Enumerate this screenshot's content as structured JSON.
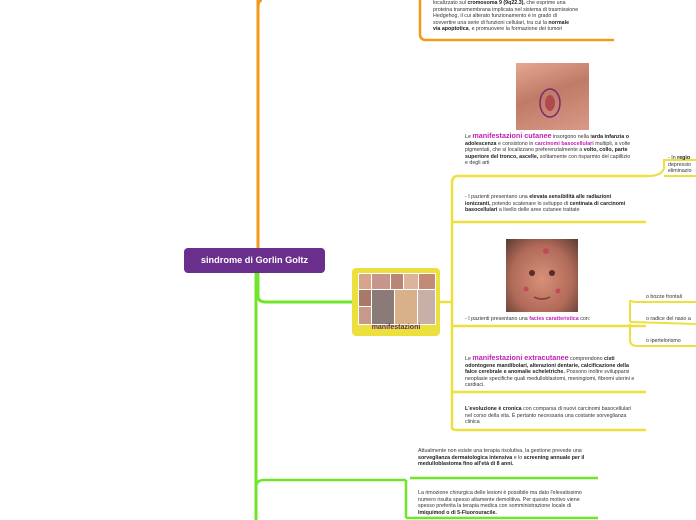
{
  "center": {
    "title": "sindrome di Gorlin Goltz"
  },
  "manifestazioni": {
    "label": "manifestazioni"
  },
  "top_partial": {
    "line1": "localizzato sul",
    "line1b": "cromosoma 9 (9q22.3),",
    "line1c": "che esprime una",
    "line2": "proteina transmembrana implicata nel sistema di trasmissione",
    "line3": "Hedgehog, il cui alterato funzionamento è in grado di",
    "line4": "sovvertire una serie di funzioni cellulari, tra cui la",
    "line4b": "normale",
    "line5b": "via apoptotica",
    "line5": ", e promuovere la formazione dei tumori"
  },
  "cutanee": {
    "pre": "Le",
    "highlight": "manifestazioni cutanee",
    "t1": "insorgono nella t",
    "t1b": "arda infanzia o adolescenza",
    "t2": "e consistono in",
    "hl2": "carcinomi basocellulari",
    "t3": "multipli, a volte pigmentati, che si localizzano preferenzialmente a",
    "t3b": "volto, collo, parte superiore del tronco, ascelle,",
    "t4": "solitamente con risparmio del capillizio e degli arti"
  },
  "right_partial": {
    "line1": "- In",
    "line1b": "regio",
    "line2": "depressio",
    "line3": "eliminazio"
  },
  "radiazioni": {
    "t1": "- I pazienti presentano una",
    "b1": "elevata sensibilità alle radiazioni ionizzanti,",
    "t2": "potendo scatenare lo sviluppo di",
    "b2": "centinaia di carcinomi basocellulari",
    "t3": "a livello delle aree cutanee trattate"
  },
  "facies": {
    "t1": "- I pazienti presentano una",
    "hl": "facies caratteristica",
    "t2": "con:"
  },
  "facies_items": [
    "o bozze frontali",
    "o radice del naso a",
    "o ipertelorismo"
  ],
  "extracutanee": {
    "pre": "Le",
    "highlight": "manifestazioni extracutanee",
    "t1": "comprendono",
    "b1": "cisti odontogene mandibolari, alterazioni dentarie, calcificazione della falce cerebrale e anomalie scheletriche.",
    "t2": "Possono inoltre svilupparsi neoplasie specifiche quali medulloblastomi, meningiomi, fibromi uterini e cardiaci."
  },
  "evoluzione": {
    "b1": "L'evoluzione è cronica",
    "t1": "con comparsa di nuovi carcinomi basocellulari nel corso della vita. È pertanto necessaria una costante sorveglianza clinica"
  },
  "terapia1": {
    "t1": "Attualmente non esiste una terapia risolutiva, la gestione prevede una",
    "b1": "sorveglianza dermatologica intensiva",
    "t2": "e lo",
    "b2": "screening annuale per il medulloblastoma fino all'età di 8 anni."
  },
  "terapia2": {
    "t1": "La rimozione chirurgica delle lesioni è possibile ma dato l'elevatissimo numero risulta spesso altamente demolitiva. Per questo motivo viene spesso preferita la terapia medica con somministrazione locale di",
    "b1": "Imiquimod o di 5-Fluorouracile."
  },
  "colors": {
    "orange": "#f39a1e",
    "green": "#70e62a",
    "yellow": "#ece03e",
    "purple": "#6a2f8c",
    "magenta": "#c21fb5"
  }
}
